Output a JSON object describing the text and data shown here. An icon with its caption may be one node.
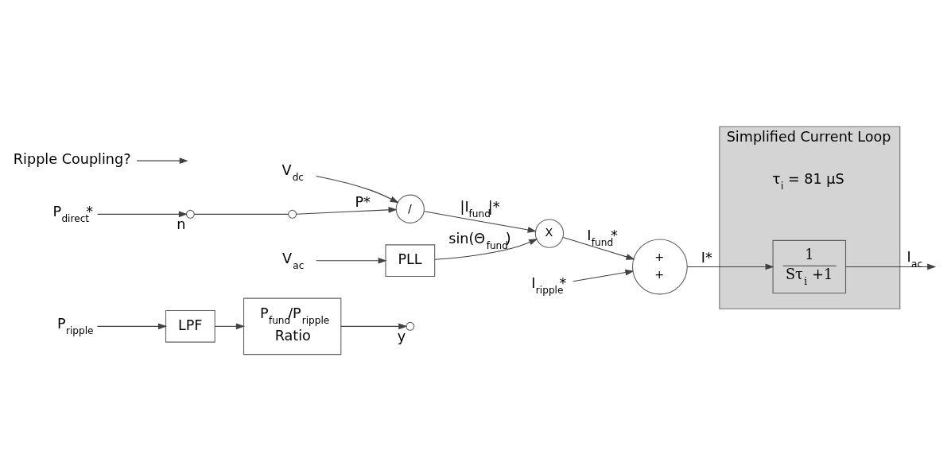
{
  "diagram": {
    "nodes": [
      {
        "text": [
          "P$_{ripple}$"
        ]
      },
      {
        "text": [
          "LPF"
        ]
      },
      {
        "text": [
          "P$_{fund}$/P$_{ripple}$",
          "Ratio"
        ]
      },
      {
        "text": [],
        "shape": "circle",
        "beside": [
          "y"
        ]
      },
      {
        "text": [
          "P$_{direct}$*"
        ]
      },
      {
        "text": [],
        "shape": "circle",
        "beside": [
          "n"
        ]
      },
      {
        "text": [],
        "shape": "circle"
      },
      {
        "text": [
          "Ripple Coupling?"
        ]
      },
      {
        "text": [
          "/"
        ]
      },
      {
        "text": [
          "V$_{dc}$"
        ]
      },
      {
        "text": [
          "V$_{ac}$"
        ]
      },
      {
        "text": [
          "PLL"
        ]
      },
      {
        "text": [
          "X"
        ]
      },
      {
        "text": [
          "I$_{ripple}$*"
        ]
      },
      {
        "text": [
          "+",
          "+"
        ]
      },
      {
        "text": [
          "Simplified Current Loop",
          "τ$_{i}$ = 81 μS"
        ]
      },
      {
        "text": [
          "1",
          "Sτ$_{i}$ +1"
        ],
        "in": 15
      }
    ],
    "edges": [
      {
        "from": 0,
        "to": 1,
        "arrow": "to"
      },
      {
        "from": 1,
        "to": 2,
        "arrow": "to"
      },
      {
        "from": 2,
        "to": 3,
        "arrow": "to"
      },
      {
        "from": 4,
        "to": 5,
        "arrow": "to"
      },
      {
        "from": 5,
        "to": 6,
        "arrow": "none"
      },
      {
        "from": 7,
        "to": null,
        "arrow": "to"
      },
      {
        "from": 6,
        "to": 8,
        "arrow": "to",
        "label": "P*"
      },
      {
        "from": 9,
        "to": 8,
        "arrow": "to"
      },
      {
        "from": 10,
        "to": 11,
        "arrow": "to"
      },
      {
        "from": 11,
        "to": 12,
        "arrow": "to",
        "label": "sin(Θ$_{fund}$)"
      },
      {
        "from": 8,
        "to": 12,
        "arrow": "to",
        "label": "|I$_{fund}$|*"
      },
      {
        "from": 12,
        "to": 14,
        "arrow": "to",
        "label": "I$_{fund}$*"
      },
      {
        "from": 13,
        "to": 14,
        "arrow": "to"
      },
      {
        "from": 14,
        "to": 16,
        "arrow": "to",
        "label": "I*"
      },
      {
        "from": 16,
        "to": null,
        "arrow": "to",
        "label": "I$_{ac}$"
      }
    ]
  }
}
